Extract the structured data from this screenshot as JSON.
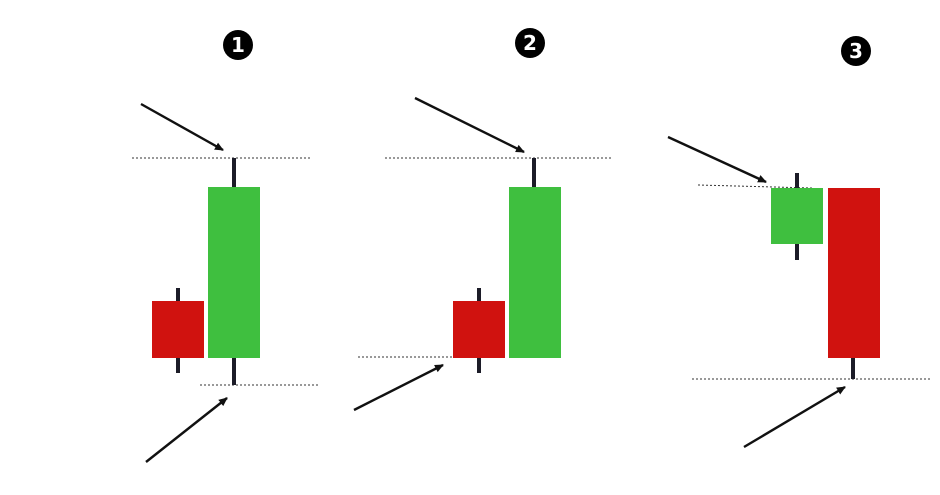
{
  "colors": {
    "bullish": "#3fbf3f",
    "bearish": "#d0120f",
    "wick": "#1c1c28",
    "arrow": "#111111",
    "guide_line": "#333333",
    "badge_fill": "#000000",
    "badge_text": "#ffffff"
  },
  "panels": [
    {
      "label": "1",
      "description_note": "",
      "candles": [
        {
          "direction": "bearish"
        },
        {
          "direction": "bullish"
        }
      ]
    },
    {
      "label": "2",
      "candles": [
        {
          "direction": "bearish"
        },
        {
          "direction": "bullish"
        }
      ]
    },
    {
      "label": "3",
      "candles": [
        {
          "direction": "bullish"
        },
        {
          "direction": "bearish"
        }
      ]
    }
  ]
}
